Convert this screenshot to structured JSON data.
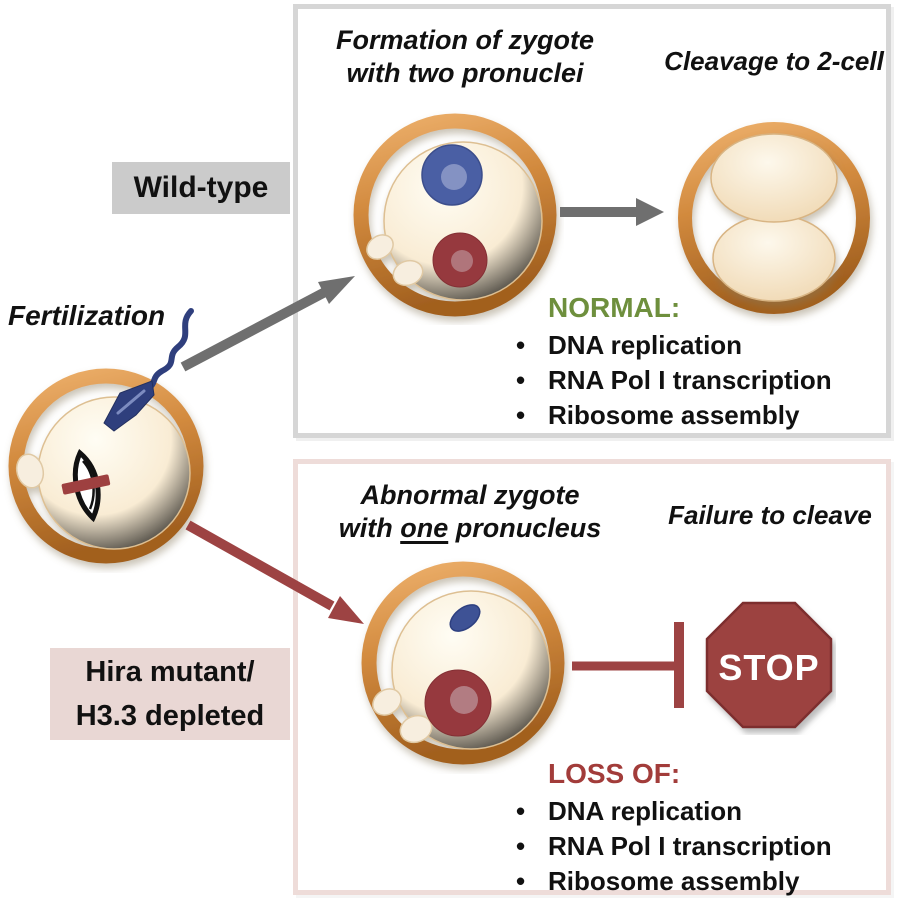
{
  "labels": {
    "fertilization": "Fertilization",
    "wild_type": "Wild-type",
    "hira_line1": "Hira mutant/",
    "hira_line2": "H3.3 depleted"
  },
  "wild_box": {
    "title_line1": "Formation of zygote",
    "title_line2": "with two pronuclei",
    "cleavage_title": "Cleavage to 2-cell",
    "status_header": "NORMAL:",
    "bullet": "•",
    "items": [
      "DNA replication",
      "RNA Pol I transcription",
      "Ribosome assembly"
    ]
  },
  "mutant_box": {
    "title_line1": "Abnormal zygote",
    "title_line2_pre": "with ",
    "title_line2_emph": "one",
    "title_line2_post": " pronucleus",
    "failure_title": "Failure to cleave",
    "stop_label": "STOP",
    "status_header": "LOSS OF:",
    "bullet": "•",
    "items": [
      "DNA replication",
      "RNA Pol I transcription",
      "Ribosome assembly"
    ]
  },
  "colors": {
    "normal_green": "#6e8f3d",
    "loss_red": "#a23c3a",
    "stop_sign_red": "#9c4241",
    "arrow_gray": "#6f6f6f",
    "arrow_red": "#9d4343",
    "zona_orange": "#d28a3e",
    "wildtype_tag_bg": "#cbcbcb",
    "hira_tag_bg": "#e9d7d4",
    "wild_panel_border": "#d6d6d6",
    "mutant_panel_border": "#eedcd9",
    "blue_pronucleus": "#4a5fa4",
    "red_pronucleus": "#96393e"
  }
}
